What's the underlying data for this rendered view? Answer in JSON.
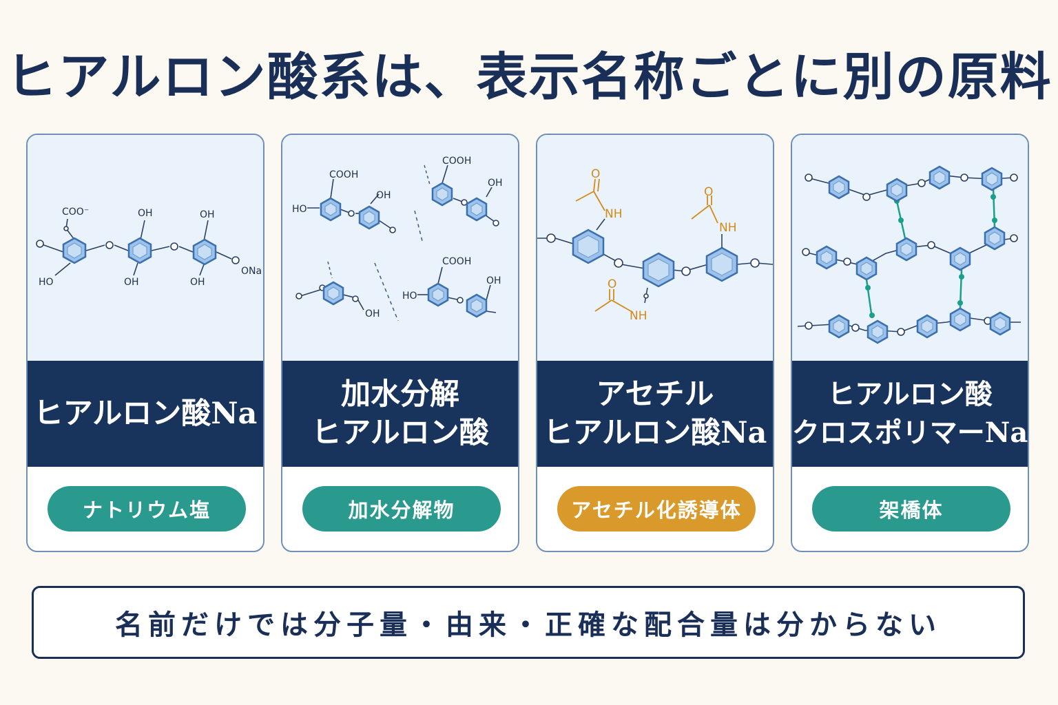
{
  "title": "ヒアルロン酸系は、表示名称ごとに別の原料",
  "colors": {
    "navy": "#18335c",
    "teal": "#2a9a8f",
    "orange": "#d99a2b",
    "diagram_bg": "#eaf2fb"
  },
  "cards": [
    {
      "name_lines": [
        "ヒアルロン酸Na"
      ],
      "tag": "ナトリウム塩",
      "tag_color": "teal",
      "diagram_labels": [
        "COO⁻",
        "OH",
        "OH",
        "HO",
        "OH",
        "OH",
        "ONa"
      ]
    },
    {
      "name_lines": [
        "加水分解",
        "ヒアルロン酸"
      ],
      "tag": "加水分解物",
      "tag_color": "teal",
      "diagram_labels": [
        "COOH",
        "HO",
        "OH",
        "COOH",
        "OH",
        "OH",
        "COOH",
        "HO",
        "OH"
      ]
    },
    {
      "name_lines": [
        "アセチル",
        "ヒアルロン酸Na"
      ],
      "tag": "アセチル化誘導体",
      "tag_color": "orange",
      "diagram_labels": [
        "O",
        "NH",
        "O",
        "NH",
        "O",
        "NH"
      ]
    },
    {
      "name_lines": [
        "ヒアルロン酸",
        "クロスポリマーNa"
      ],
      "tag": "架橋体",
      "tag_color": "teal",
      "diagram_labels": []
    }
  ],
  "note": "名前だけでは分子量・由来・正確な配合量は分からない"
}
